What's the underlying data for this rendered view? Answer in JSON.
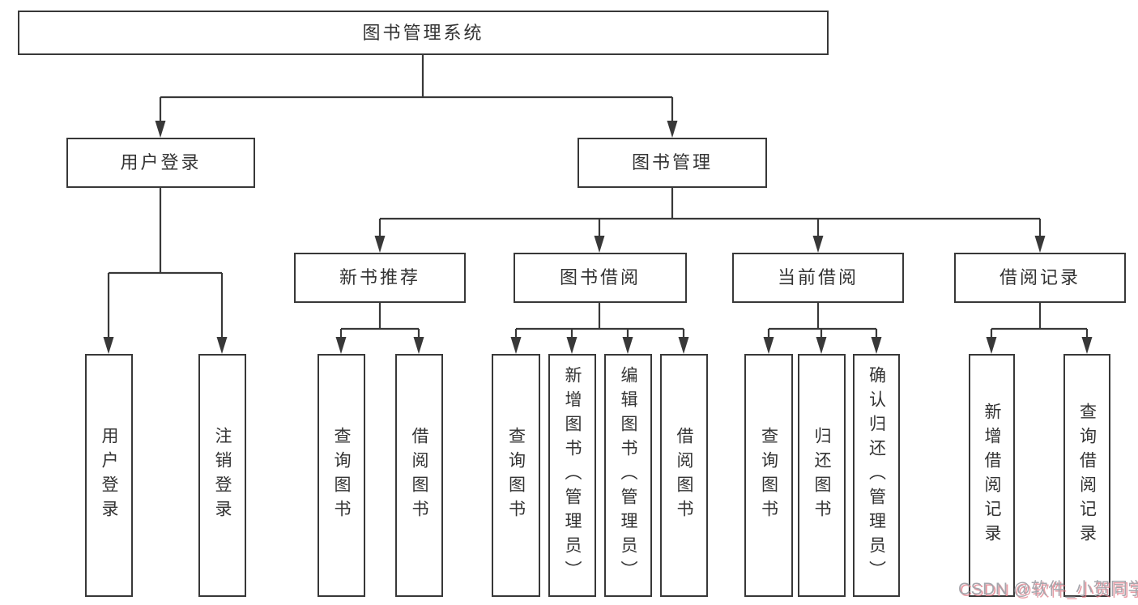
{
  "diagram": {
    "root": {
      "label": "图书管理系统",
      "children": [
        {
          "label": "用户登录",
          "children": [
            {
              "label": "用户登录"
            },
            {
              "label": "注销登录"
            }
          ]
        },
        {
          "label": "图书管理",
          "children": [
            {
              "label": "新书推荐",
              "children": [
                {
                  "label": "查询图书"
                },
                {
                  "label": "借阅图书"
                }
              ]
            },
            {
              "label": "图书借阅",
              "children": [
                {
                  "label": "查询图书"
                },
                {
                  "label": "新增图书（管理员）"
                },
                {
                  "label": "编辑图书（管理员）"
                },
                {
                  "label": "借阅图书"
                }
              ]
            },
            {
              "label": "当前借阅",
              "children": [
                {
                  "label": "查询图书"
                },
                {
                  "label": "归还图书"
                },
                {
                  "label": "确认归还（管理员）"
                }
              ]
            },
            {
              "label": "借阅记录",
              "children": [
                {
                  "label": "新增借阅记录"
                },
                {
                  "label": "查询借阅记录"
                }
              ]
            }
          ]
        }
      ]
    }
  },
  "watermark": {
    "text": "CSDN @软件_小贺同学"
  },
  "colors": {
    "line": "#383838",
    "box_border": "#383838",
    "text": "#333333",
    "background": "#ffffff",
    "watermark_text": "#a6a6ac",
    "watermark_shadow": "#e07a86"
  }
}
